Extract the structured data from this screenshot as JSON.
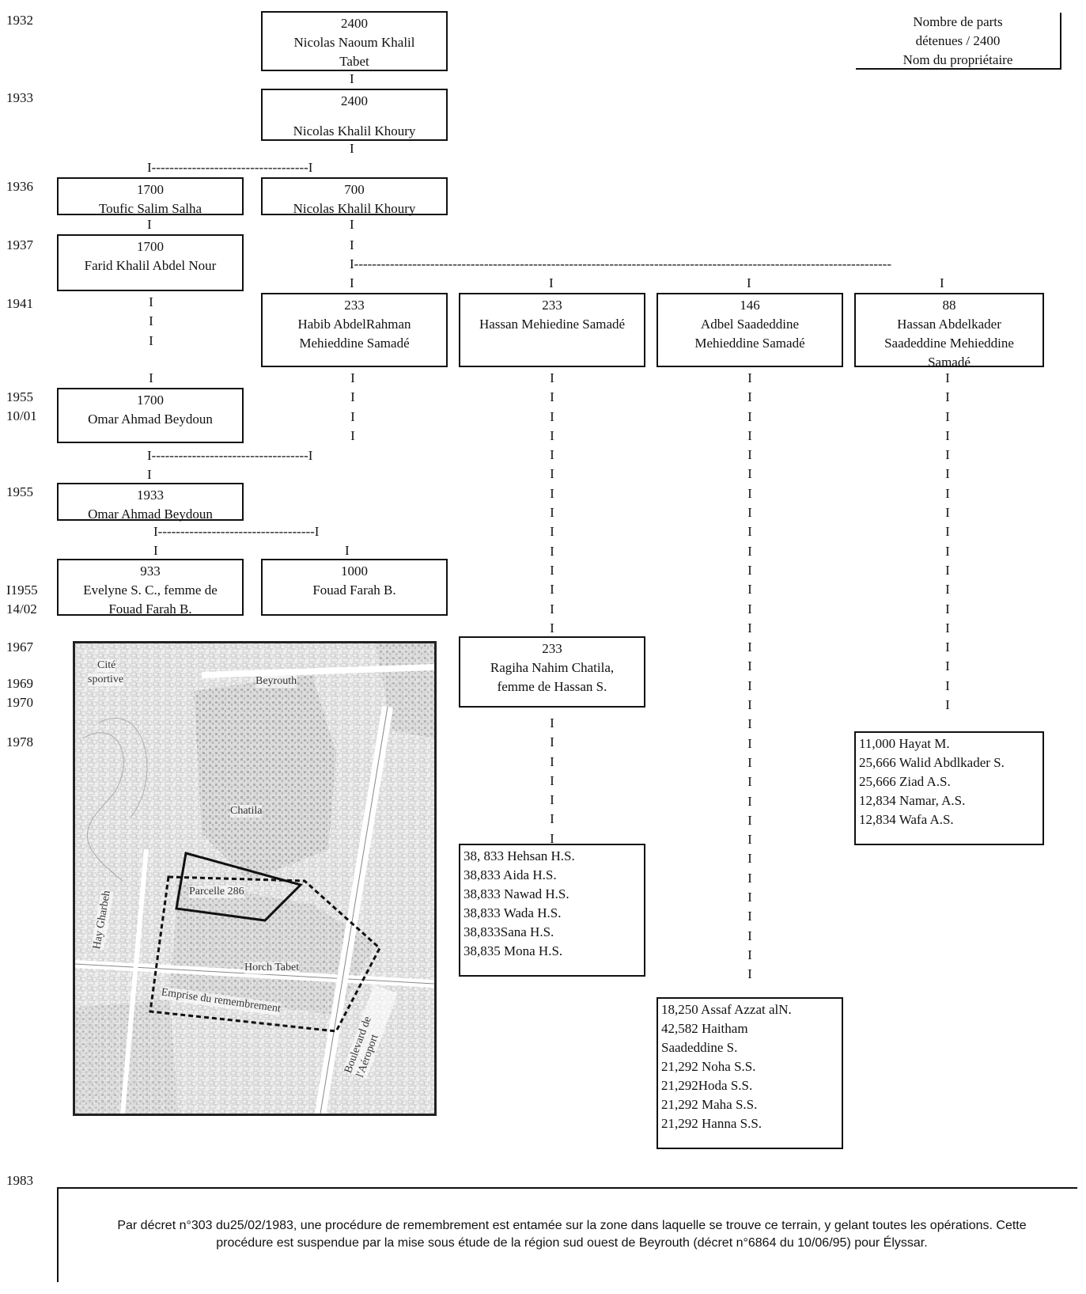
{
  "years": [
    "1932",
    "1933",
    "1936",
    "1937",
    "1941",
    "1955",
    "10/01",
    "1955",
    "I1955",
    "14/02",
    "1967",
    "1969",
    "1970",
    "1978",
    "1983"
  ],
  "legend": {
    "line1": "Nombre de parts",
    "line2": "détenues / 2400",
    "line3": "Nom du propriétaire"
  },
  "owners": {
    "n1932": {
      "shares": "2400",
      "name1": "Nicolas Naoum Khalil",
      "name2": "Tabet"
    },
    "n1933": {
      "shares": "2400",
      "name1": "Nicolas Khalil Khoury"
    },
    "toufic": {
      "shares": "1700",
      "name1": "Toufic Salim Salha"
    },
    "n1936": {
      "shares": "700",
      "name1": "Nicolas Khalil Khoury"
    },
    "farid": {
      "shares": "1700",
      "name1": "Farid Khalil Abdel Nour"
    },
    "habib": {
      "shares": "233",
      "name1": "Habib AbdelRahman",
      "name2": "Mehieddine Samadé"
    },
    "hassan": {
      "shares": "233",
      "name1": "Hassan Mehiedine Samadé"
    },
    "adbel": {
      "shares": "146",
      "name1": "Adbel Saadeddine",
      "name2": "Mehieddine Samadé"
    },
    "hassanAbd": {
      "shares": "88",
      "name1": "Hassan Abdelkader",
      "name2": "Saadeddine Mehieddine",
      "name3": "Samadé"
    },
    "omar1955a": {
      "shares": "1700",
      "name1": "Omar Ahmad Beydoun"
    },
    "omar1955b": {
      "shares": "1933",
      "name1": "Omar Ahmad Beydoun"
    },
    "evelyne": {
      "shares": "933",
      "name1": "Evelyne S. C., femme de",
      "name2": "Fouad Farah B."
    },
    "fouad": {
      "shares": "1000",
      "name1": "Fouad Farah B."
    },
    "ragiha": {
      "shares": "233",
      "name1": "Ragiha Nahim Chatila,",
      "name2": "femme de Hassan S."
    }
  },
  "lists": {
    "hs": [
      "38, 833 Hehsan H.S.",
      "38,833 Aida H.S.",
      "38,833 Nawad H.S.",
      "38,833 Wada H.S.",
      "38,833Sana H.S.",
      "38,835 Mona H.S."
    ],
    "ss": [
      "18,250 Assaf Azzat alN.",
      "42,582 Haitham",
      "Saadeddine S.",
      "21,292 Noha S.S.",
      "21,292Hoda S.S.",
      "21,292 Maha S.S.",
      "21,292 Hanna S.S."
    ],
    "as": [
      "11,000 Hayat  M.",
      "25,666 Walid Abdlkader S.",
      "25,666 Ziad A.S.",
      "12,834 Namar, A.S.",
      "12,834 Wafa A.S."
    ]
  },
  "connectors": {
    "i": "I",
    "split1933": "I-----------------------------------I",
    "split1937": "I------------------------------------------------------------------------------------------------------------------------",
    "merge1955": "I-----------------------------------I",
    "split1955": "I-----------------------------------I"
  },
  "map": {
    "cite": "Cité",
    "sportive": "sportive",
    "beyrouth": "Beyrouth",
    "chatila": "Chatila",
    "parcelle": "Parcelle 286",
    "hay": "Hay Gharbeh",
    "horch": "Horch Tabet",
    "emprise": "Emprise du remembrement",
    "boulevard": "Boulevard de l'Aéroport"
  },
  "note": "Par  décret n°303 du25/02/1983, une procédure de remembrement est entamée sur la zone dans laquelle se trouve ce terrain, y gelant toutes les opérations. Cette procédure est suspendue par la mise sous étude de la région sud ouest de Beyrouth (décret n°6864 du 10/06/95) pour Élyssar."
}
